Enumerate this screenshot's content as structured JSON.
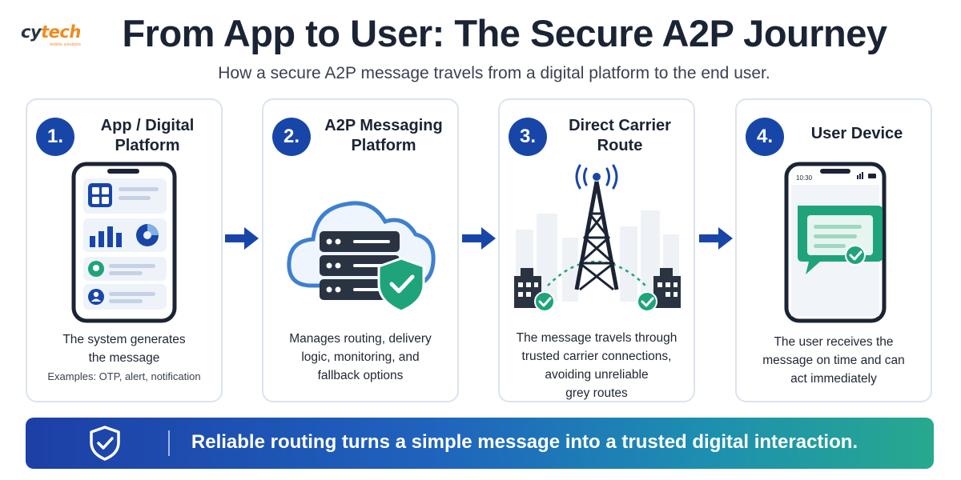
{
  "logo": {
    "text_main": "cy",
    "text_accent": "tech",
    "sub": "mobile solutions"
  },
  "header": {
    "title": "From App to User: The Secure A2P Journey",
    "subtitle": "How a secure A2P message travels from a digital platform to the end user."
  },
  "steps": [
    {
      "number": "1.",
      "title_line1": "App / Digital",
      "title_line2": "Platform",
      "desc_line1": "The system generates",
      "desc_line2": "the message",
      "examples": "Examples: OTP, alert, notification"
    },
    {
      "number": "2.",
      "title_line1": "A2P Messaging",
      "title_line2": "Platform",
      "desc_line1": "Manages routing, delivery",
      "desc_line2": "logic, monitoring, and",
      "desc_line3": "fallback options"
    },
    {
      "number": "3.",
      "title_line1": "Direct Carrier",
      "title_line2": "Route",
      "desc_line1": "The message travels through",
      "desc_line2": "trusted carrier connections,",
      "desc_line3": "avoiding unreliable",
      "desc_line4": "grey routes"
    },
    {
      "number": "4.",
      "title_line1": "User Device",
      "phone_time": "10:30",
      "desc_line1": "The user receives the",
      "desc_line2": "message on time and can",
      "desc_line3": "act immediately"
    }
  ],
  "banner": {
    "text": "Reliable routing turns a simple message into a trusted digital interaction."
  },
  "icons": {
    "arrow": "arrow-right-icon",
    "banner": "shield-check-icon",
    "step1": "smartphone-dashboard-icon",
    "step2": "cloud-server-shield-icon",
    "step3": "cell-tower-icon",
    "step4": "smartphone-message-icon"
  },
  "colors": {
    "primary_blue": "#1846a8",
    "accent_teal": "#27a98e",
    "check_green": "#1fa37a",
    "card_border": "#dbe4ef",
    "logo_accent": "#f08a1c"
  }
}
